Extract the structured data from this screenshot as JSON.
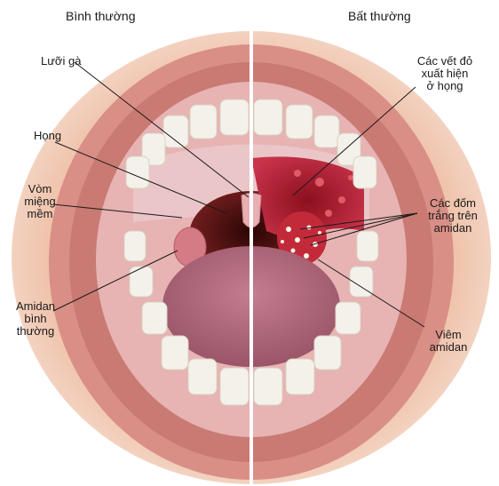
{
  "headers": {
    "left": "Bình thường",
    "right": "Bất thường"
  },
  "labels": {
    "luoi_ga": "Lưỡi gà",
    "hong": "Họng",
    "vom_mieng_mem": "Vòm\nmiệng\nmềm",
    "amidan_binh_thuong": "Amidan\nbình\nthường",
    "cac_vet_do": "Các vết đỏ\nxuất hiện\nở họng",
    "cac_dom_trang": "Các đốm\ntrắng trên\namidan",
    "viem_amidan": "Viêm\namidan"
  },
  "colors": {
    "lips": "#d98f86",
    "skin": "#f2c9b4",
    "throat": "#5a1010",
    "tongue": "#b86f82",
    "teeth": "#f4f1ea",
    "inflamed": "#a81c2a",
    "white_spots": "#fff3e8"
  }
}
